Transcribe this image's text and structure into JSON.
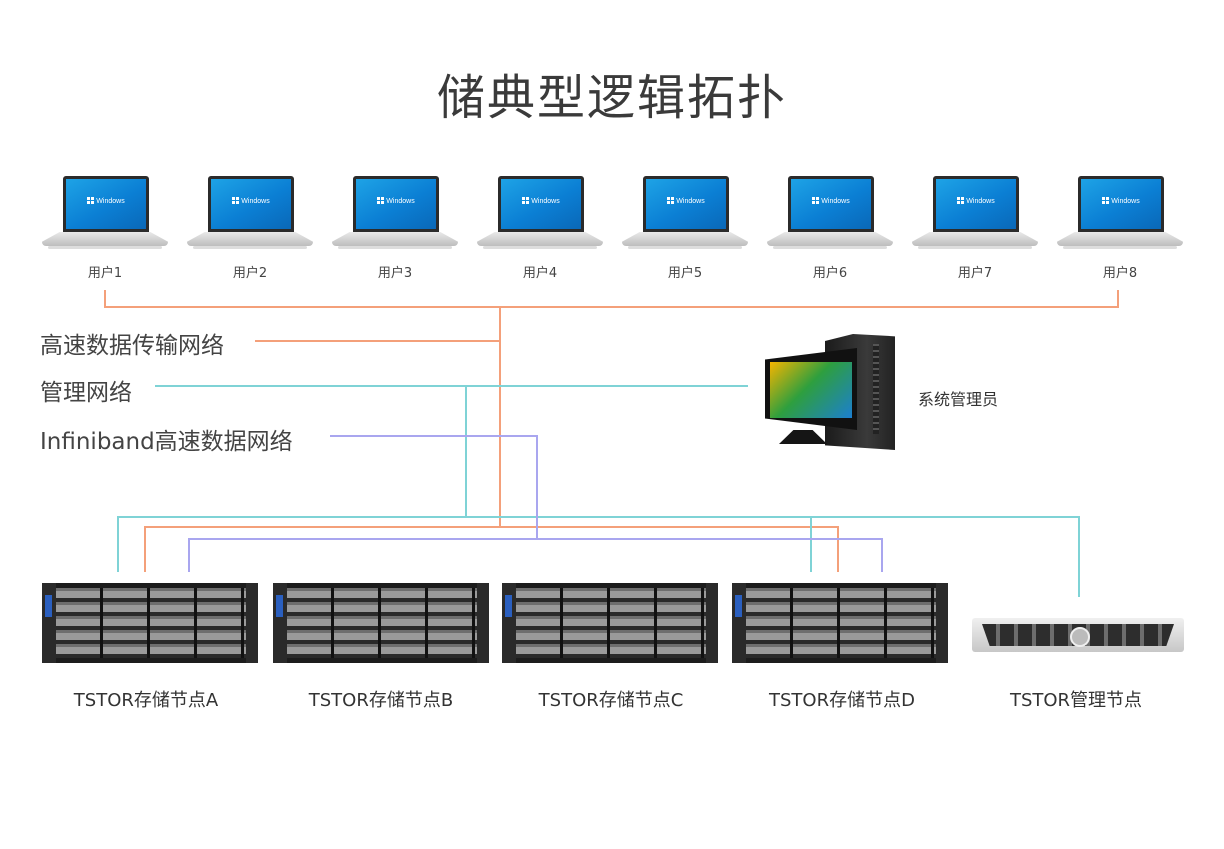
{
  "title": "储典型逻辑拓扑",
  "users": [
    {
      "label": "用户1",
      "brand": "Windows"
    },
    {
      "label": "用户2",
      "brand": "Windows"
    },
    {
      "label": "用户3",
      "brand": "Windows"
    },
    {
      "label": "用户4",
      "brand": "Windows"
    },
    {
      "label": "用户5",
      "brand": "Windows"
    },
    {
      "label": "用户6",
      "brand": "Windows"
    },
    {
      "label": "用户7",
      "brand": "Windows"
    },
    {
      "label": "用户8",
      "brand": "Windows"
    }
  ],
  "legend": [
    {
      "label": "高速数据传输网络",
      "color": "#f4a07a"
    },
    {
      "label": "管理网络",
      "color": "#7fd3d6"
    },
    {
      "label": "Infiniband高速数据网络",
      "color": "#a9a6ef"
    }
  ],
  "admin": {
    "label": "系统管理员"
  },
  "storage_nodes": [
    {
      "label": "TSTOR存储节点A"
    },
    {
      "label": "TSTOR存储节点B"
    },
    {
      "label": "TSTOR存储节点C"
    },
    {
      "label": "TSTOR存储节点D"
    }
  ],
  "mgmt_node": {
    "label": "TSTOR管理节点"
  }
}
